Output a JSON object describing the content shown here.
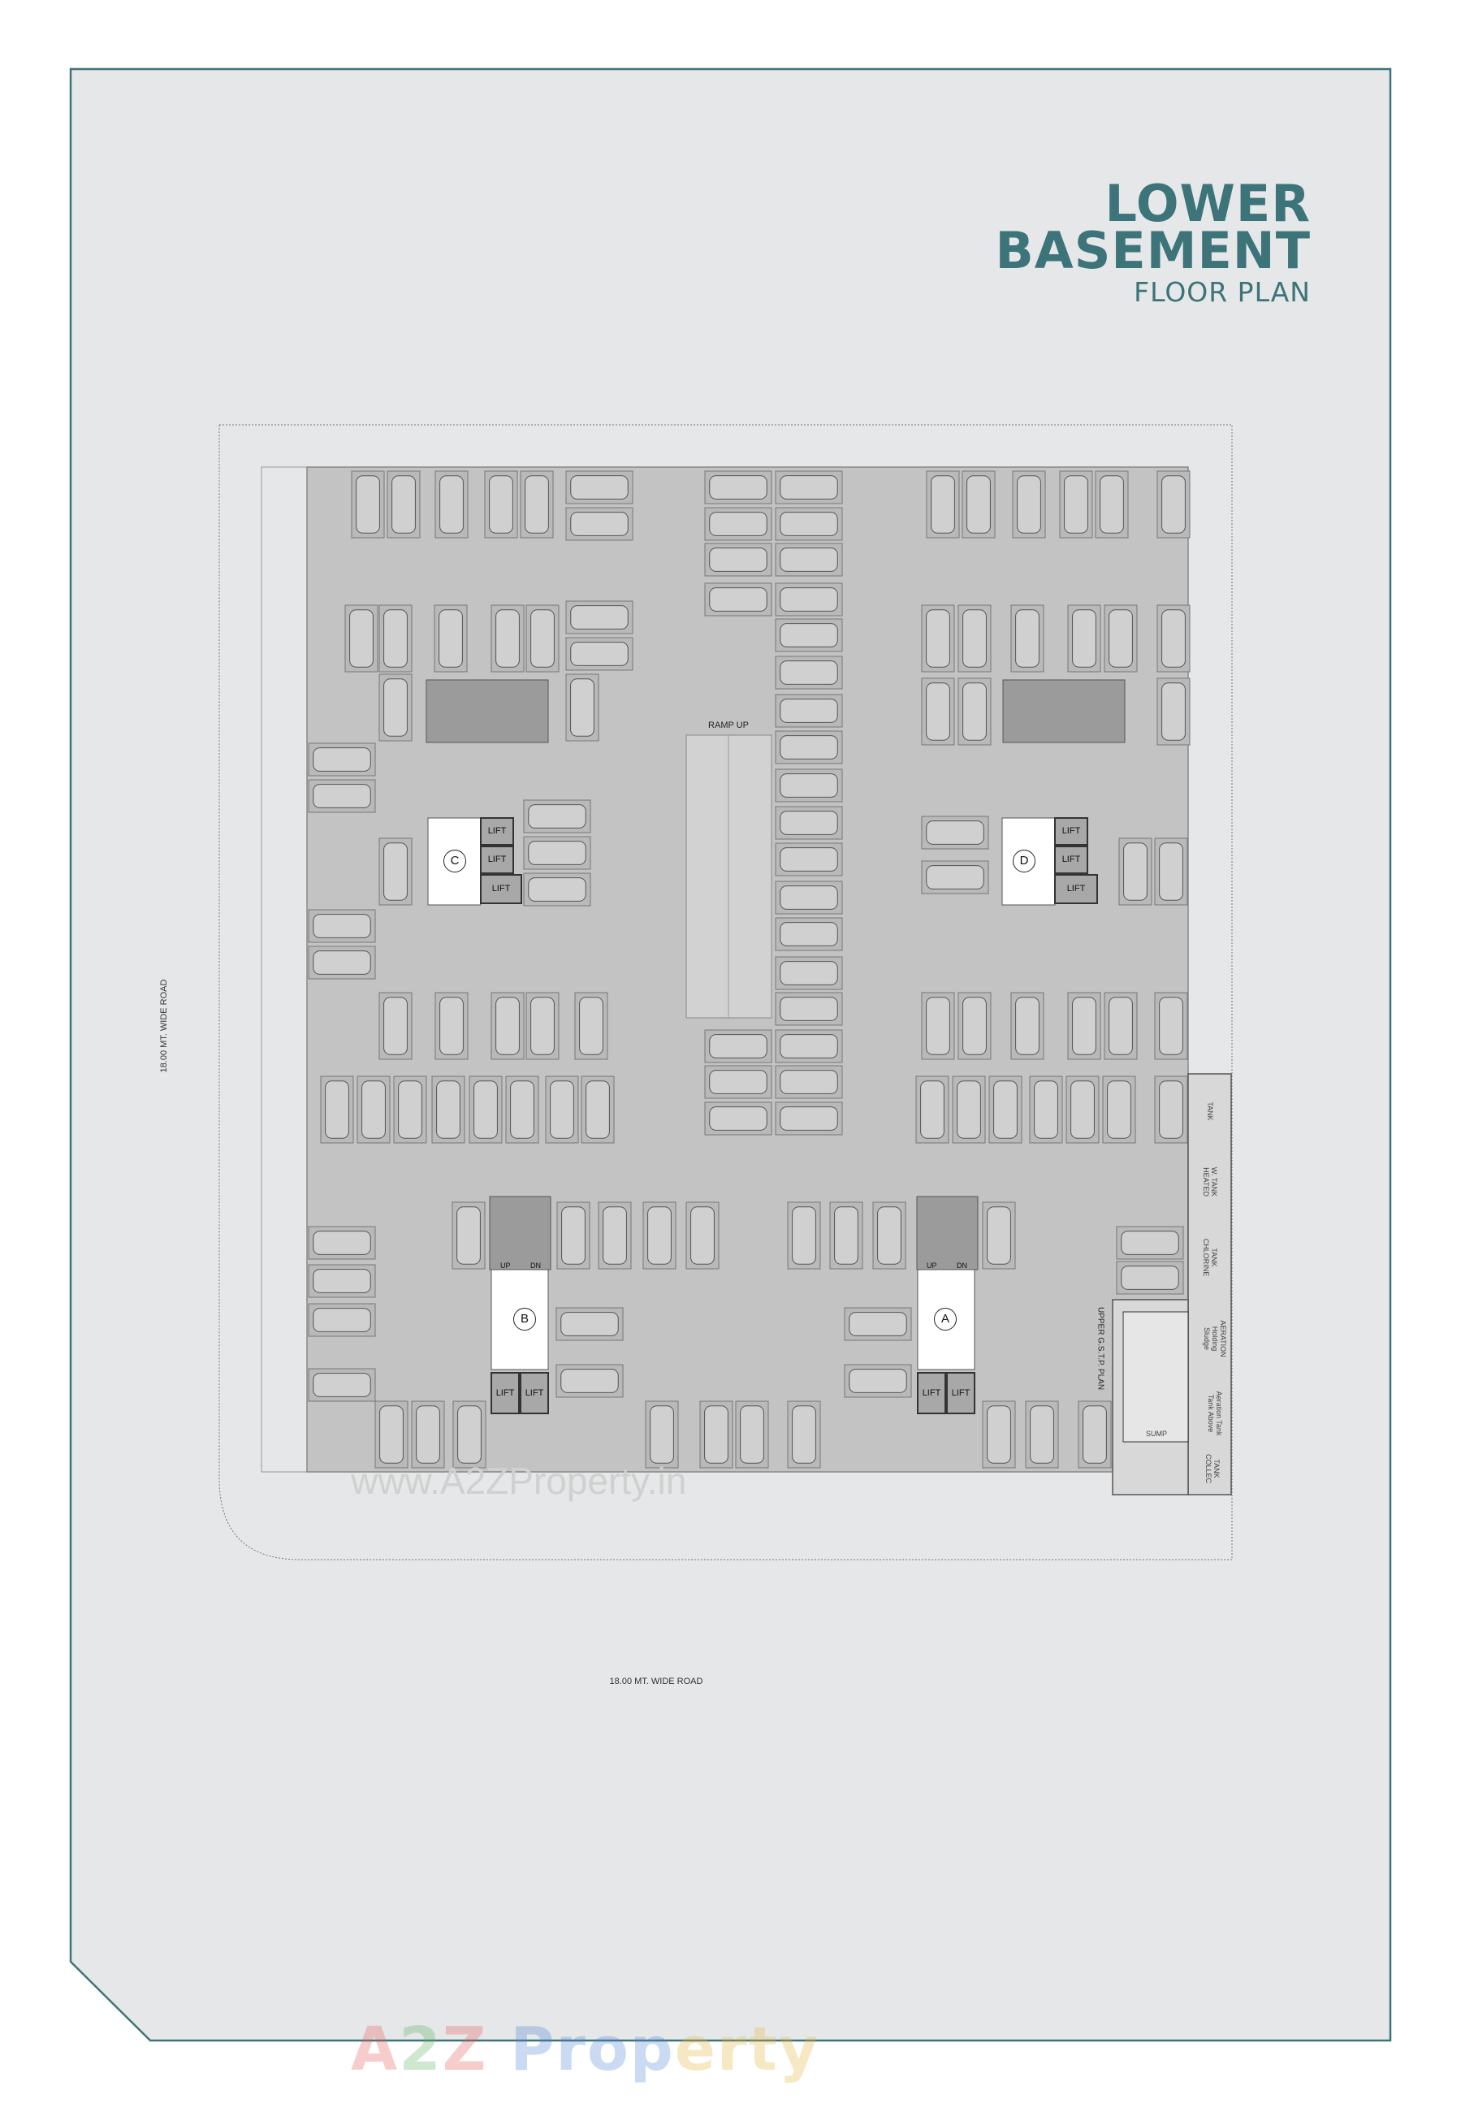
{
  "title": {
    "line1": "LOWER",
    "line2": "BASEMENT",
    "line3": "FLOOR PLAN"
  },
  "roads": {
    "left": "18.00 MT. WIDE ROAD",
    "bottom": "18.00 MT. WIDE ROAD"
  },
  "ramp_label": "RAMP UP",
  "side_label": "UPPER G.S.T.P. PLAN",
  "cores": [
    {
      "label": "C"
    },
    {
      "label": "D"
    },
    {
      "label": "B"
    },
    {
      "label": "A"
    }
  ],
  "lift_label": "LIFT",
  "stair_labels": {
    "up": "UP",
    "down": "DN"
  },
  "utilities": [
    {
      "label": "TANK"
    },
    {
      "label": "W. TANK\nHEATED"
    },
    {
      "label": "TANK\nCHLORINE"
    },
    {
      "label": "AERATION\nHolding\nSludge"
    },
    {
      "label": "Aeration Tank\nTank Above"
    },
    {
      "label": "TANK\nCOLLEC"
    },
    {
      "label": "SUMP"
    }
  ],
  "watermark_url": "www.A2ZProperty.in",
  "watermark_logo": "A2Z Property",
  "colors": {
    "accent": "#3c7479",
    "site": "#e6e7e8",
    "floor": "#c3c3c3",
    "car_bay": "#b9b9b9"
  }
}
